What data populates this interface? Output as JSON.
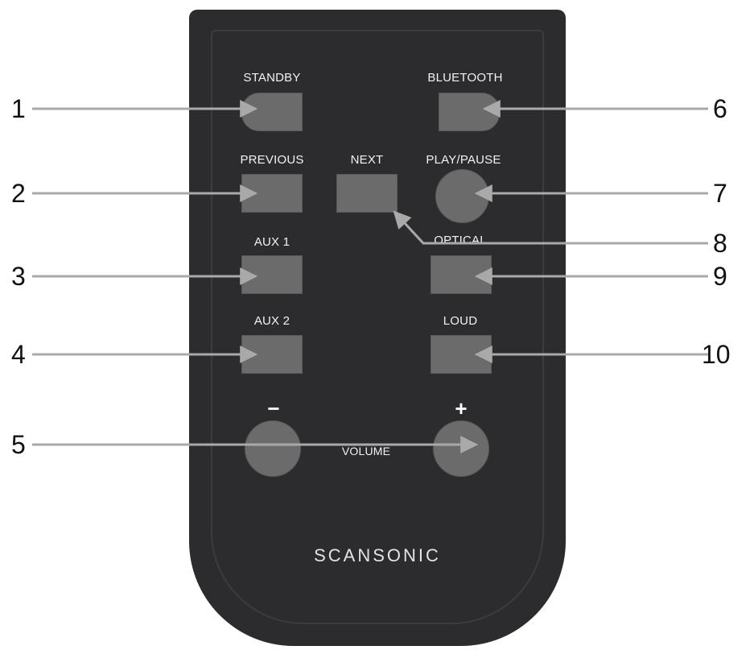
{
  "remote": {
    "brand": "SCANSONIC",
    "buttons": {
      "standby": "STANDBY",
      "bluetooth": "BLUETOOTH",
      "previous": "PREVIOUS",
      "next": "NEXT",
      "play_pause": "PLAY/PAUSE",
      "aux1": "AUX 1",
      "optical": "OPTICAL",
      "aux2": "AUX 2",
      "loud": "LOUD",
      "volume": "VOLUME",
      "volume_minus": "−",
      "volume_plus": "+"
    }
  },
  "callouts": [
    "1",
    "2",
    "3",
    "4",
    "5",
    "6",
    "7",
    "8",
    "9",
    "10"
  ],
  "colors": {
    "remote_body": "#2c2c2e",
    "button": "#6b6b6b",
    "arrow": "#a9a9a9"
  }
}
